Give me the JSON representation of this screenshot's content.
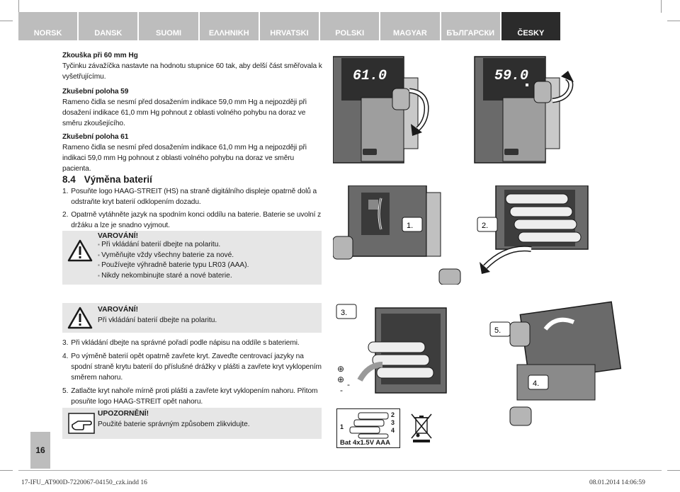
{
  "tabs": [
    "NORSK",
    "DANSK",
    "SUOMI",
    "ΕΛΛΗΝΙΚΗ",
    "HRVATSKI",
    "POLSKI",
    "MAGYAR",
    "БЪЛГАРСКИ",
    "ČESKY"
  ],
  "active_tab": "ČESKY",
  "test60": {
    "heading": "Zkouška při 60 mm Hg",
    "body": "Tyčinku závažíčka nastavte na hodnotu stupnice 60 tak, aby delší část směřovala k vyšetřujícímu."
  },
  "pos59": {
    "heading": "Zkušební poloha 59",
    "body": "Rameno čidla se nesmí před dosažením indikace 59,0 mm Hg a nejpozději při dosažení indikace 61,0 mm Hg pohnout z oblasti volného pohybu na doraz ve směru zkoušejícího."
  },
  "pos61": {
    "heading": "Zkušební poloha 61",
    "body": "Rameno čidla se nesmí před dosažením indikace 61,0 mm Hg a nejpozději při indikaci 59,0 mm Hg pohnout z oblasti volného pohybu na doraz ve směru pacienta."
  },
  "section": {
    "number": "8.4",
    "title": "Výměna baterií"
  },
  "steps_a": [
    {
      "num": "1.",
      "text": "Posuňte logo HAAG-STREIT (HS) na straně digitálního displeje opatrně dolů a odstraňte kryt baterií odklopením dozadu."
    },
    {
      "num": "2.",
      "text": "Opatrně vytáhněte jazyk na spodním konci oddílu na baterie. Baterie se uvolní z držáku a lze je snadno vyjmout."
    }
  ],
  "warning1": {
    "title": "VAROVÁNÍ!",
    "items": [
      "Při vkládání baterií dbejte na polaritu.",
      "Vyměňujte vždy všechny baterie za nové.",
      "Používejte výhradně baterie typu LR03 (AAA).",
      "Nikdy nekombinujte staré a nové baterie."
    ]
  },
  "warning2": {
    "title": "VAROVÁNÍ!",
    "text": "Při vkládání baterií dbejte na polaritu."
  },
  "steps_b": [
    {
      "num": "3.",
      "text": "Při vkládání dbejte na správné pořadí podle nápisu na oddíle s bateriemi."
    },
    {
      "num": "4.",
      "text": "Po výměně baterií opět opatrně zavřete kryt. Zaveďte centrovací jazyky na spodní straně krytu baterií do příslušné drážky v plášti a zavřete kryt vyklopením směrem nahoru."
    },
    {
      "num": "5.",
      "text": "Zatlačte kryt nahoře mírně proti plášti a zavřete kryt vyklopením nahoru. Přitom posuňte logo HAAG-STREIT opět nahoru."
    }
  ],
  "notice": {
    "title": "UPOZORNĚNÍ!",
    "text": "Použité baterie správným způsobem zlikvidujte."
  },
  "displays": {
    "left": "61.0",
    "right": "59.0"
  },
  "figure_labels": {
    "f1": "1.",
    "f2": "2.",
    "f3": "3.",
    "f4": "4.",
    "f5": "5."
  },
  "battery_diagram": {
    "labels": [
      "1",
      "2",
      "3",
      "4"
    ],
    "caption": "Bat 4x1.5V  AAA"
  },
  "page_number": "16",
  "footer": {
    "left": "17-IFU_AT900D-7220067-04150_czk.indd   16",
    "right": "08.01.2014   14:06:59"
  }
}
